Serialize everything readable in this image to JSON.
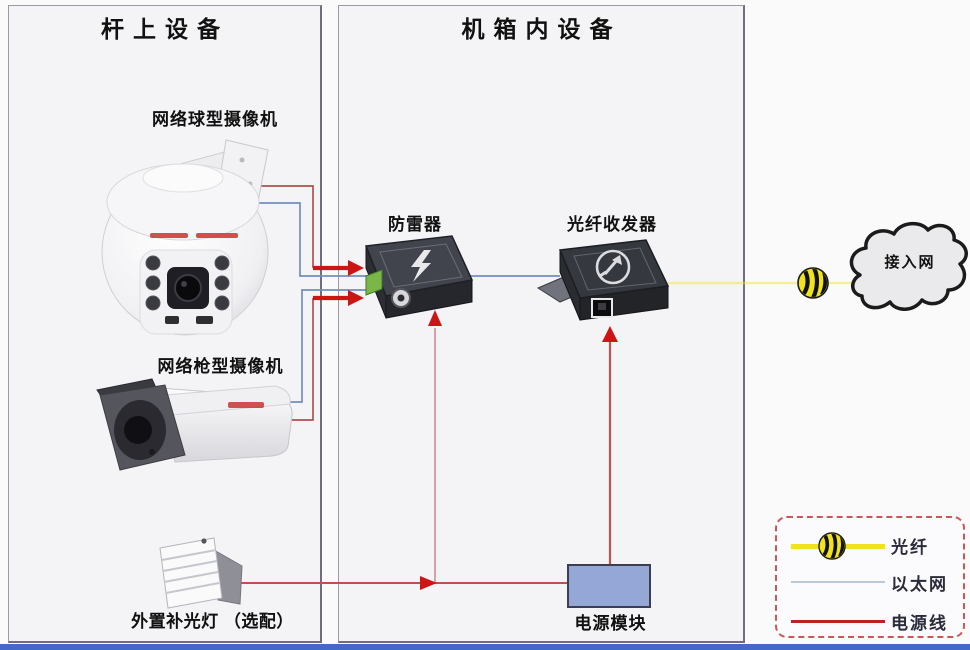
{
  "panels": {
    "pole": {
      "title": "杆上设备"
    },
    "cabinet": {
      "title": "机箱内设备"
    }
  },
  "devices": {
    "dome_camera": {
      "label": "网络球型摄像机"
    },
    "bullet_camera": {
      "label": "网络枪型摄像机"
    },
    "fill_light": {
      "label": "外置补光灯 （选配）"
    },
    "surge_protector": {
      "label": "防雷器"
    },
    "fiber_transceiver": {
      "label": "光纤收发器"
    },
    "power_module": {
      "label": "电源模块"
    },
    "access_network_cloud": {
      "label": "接入网"
    }
  },
  "legend": {
    "items": [
      {
        "label": "光纤",
        "type": "fiber",
        "color": "#f0e31e"
      },
      {
        "label": "以太网",
        "type": "ethernet",
        "color": "#b9c9d9"
      },
      {
        "label": "电源线",
        "type": "power",
        "color": "#bb2222"
      }
    ]
  },
  "connections": [
    {
      "from": "dome_camera",
      "to": "surge_protector",
      "type": "ethernet"
    },
    {
      "from": "dome_camera",
      "to": "surge_protector",
      "type": "power"
    },
    {
      "from": "bullet_camera",
      "to": "surge_protector",
      "type": "ethernet"
    },
    {
      "from": "bullet_camera",
      "to": "surge_protector",
      "type": "power"
    },
    {
      "from": "surge_protector",
      "to": "fiber_transceiver",
      "type": "ethernet"
    },
    {
      "from": "power_module",
      "to": "surge_protector",
      "type": "power"
    },
    {
      "from": "power_module",
      "to": "fiber_transceiver",
      "type": "power"
    },
    {
      "from": "power_module",
      "to": "fill_light",
      "type": "power"
    },
    {
      "from": "fiber_transceiver",
      "to": "access_network_cloud",
      "type": "fiber"
    }
  ],
  "colors": {
    "ethernet_line": "#6f8fc0",
    "power_line_thin": "#b05050",
    "power_line_dist": "#c0504d",
    "arrow_red": "#cc1515",
    "fiber_yellow": "#f0e31e",
    "power_module_fill": "#95a7d6",
    "bottom_bar_blue": "#4468c8",
    "legend_border_red": "#cc5555",
    "device_dark": "#3a3d44"
  }
}
